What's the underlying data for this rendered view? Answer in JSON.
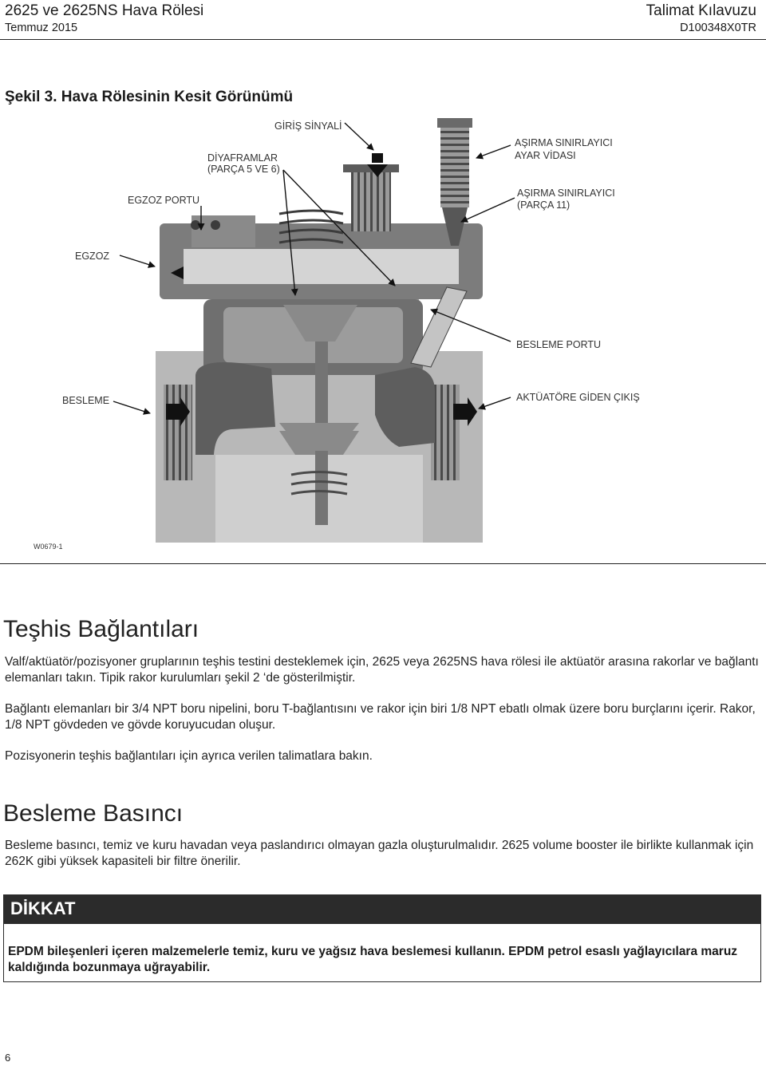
{
  "header": {
    "product_title": "2625 ve 2625NS Hava Rölesi",
    "date": "Temmuz 2015",
    "doc_type": "Talimat Kılavuzu",
    "doc_number": "D100348X0TR"
  },
  "figure": {
    "title": "Şekil 3. Hava Rölesinin Kesit Görünümü",
    "drawing_number": "W0679-1",
    "labels": {
      "giris_sinyali": "GİRİŞ SİNYALİ",
      "diyaframlar_1": "DİYAFRAMLAR",
      "diyaframlar_2": "(PARÇA 5 VE 6)",
      "asirma_vidasi_1": "AŞIRMA SINIRLAYICI",
      "asirma_vidasi_2": "AYAR VİDASI",
      "egzoz_portu": "EGZOZ PORTU",
      "asirma_parca_1": "AŞIRMA SINIRLAYICI",
      "asirma_parca_2": "(PARÇA 11)",
      "egzoz": "EGZOZ",
      "besleme_portu": "BESLEME PORTU",
      "besleme": "BESLEME",
      "aktuatore_giden": "AKTÜATÖRE GİDEN ÇIKIŞ"
    }
  },
  "sections": {
    "teshis": {
      "heading": "Teşhis Bağlantıları",
      "p1": "Valf/aktüatör/pozisyoner gruplarının teşhis testini desteklemek için, 2625 veya 2625NS hava rölesi ile aktüatör arasına rakorlar ve bağlantı elemanları takın. Tipik rakor kurulumları şekil 2 ‘de gösterilmiştir.",
      "p2": "Bağlantı elemanları bir 3/4 NPT boru nipelini, boru T-bağlantısını ve rakor için biri 1/8 NPT ebatlı olmak üzere boru burçlarını içerir. Rakor, 1/8 NPT gövdeden ve gövde koruyucudan oluşur.",
      "p3": "Pozisyonerin teşhis bağlantıları için ayrıca verilen talimatlara bakın."
    },
    "besleme": {
      "heading": "Besleme Basıncı",
      "p1": "Besleme basıncı, temiz ve kuru havadan veya paslandırıcı olmayan gazla oluşturulmalıdır. 2625 volume booster ile birlikte kullanmak için 262K gibi yüksek kapasiteli bir filtre önerilir."
    }
  },
  "caution": {
    "title": "DİKKAT",
    "text": "EPDM bileşenleri içeren malzemelerle temiz, kuru ve yağsız hava beslemesi kullanın. EPDM petrol esaslı yağlayıcılara maruz kaldığında bozunmaya uğrayabilir."
  },
  "footer": {
    "page_number": "6"
  }
}
